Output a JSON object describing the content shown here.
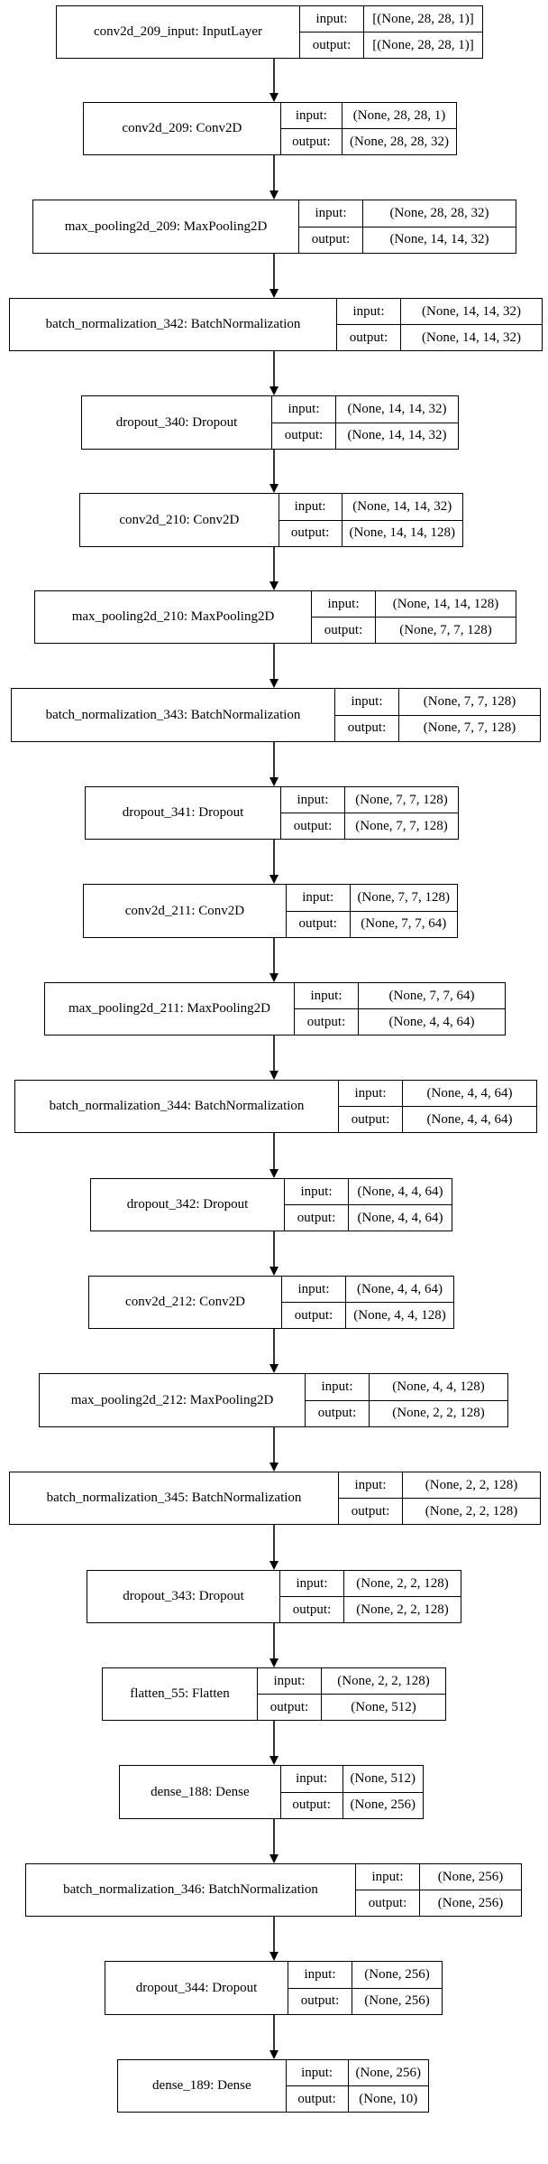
{
  "diagram": {
    "io_labels": {
      "input": "input:",
      "output": "output:"
    },
    "nodes": [
      {
        "name": "conv2d_209_input: InputLayer",
        "input": "[(None, 28, 28, 1)]",
        "output": "[(None, 28, 28, 1)]"
      },
      {
        "name": "conv2d_209: Conv2D",
        "input": "(None, 28, 28, 1)",
        "output": "(None, 28, 28, 32)"
      },
      {
        "name": "max_pooling2d_209: MaxPooling2D",
        "input": "(None, 28, 28, 32)",
        "output": "(None, 14, 14, 32)"
      },
      {
        "name": "batch_normalization_342: BatchNormalization",
        "input": "(None, 14, 14, 32)",
        "output": "(None, 14, 14, 32)"
      },
      {
        "name": "dropout_340: Dropout",
        "input": "(None, 14, 14, 32)",
        "output": "(None, 14, 14, 32)"
      },
      {
        "name": "conv2d_210: Conv2D",
        "input": "(None, 14, 14, 32)",
        "output": "(None, 14, 14, 128)"
      },
      {
        "name": "max_pooling2d_210: MaxPooling2D",
        "input": "(None, 14, 14, 128)",
        "output": "(None, 7, 7, 128)"
      },
      {
        "name": "batch_normalization_343: BatchNormalization",
        "input": "(None, 7, 7, 128)",
        "output": "(None, 7, 7, 128)"
      },
      {
        "name": "dropout_341: Dropout",
        "input": "(None, 7, 7, 128)",
        "output": "(None, 7, 7, 128)"
      },
      {
        "name": "conv2d_211: Conv2D",
        "input": "(None, 7, 7, 128)",
        "output": "(None, 7, 7, 64)"
      },
      {
        "name": "max_pooling2d_211: MaxPooling2D",
        "input": "(None, 7, 7, 64)",
        "output": "(None, 4, 4, 64)"
      },
      {
        "name": "batch_normalization_344: BatchNormalization",
        "input": "(None, 4, 4, 64)",
        "output": "(None, 4, 4, 64)"
      },
      {
        "name": "dropout_342: Dropout",
        "input": "(None, 4, 4, 64)",
        "output": "(None, 4, 4, 64)"
      },
      {
        "name": "conv2d_212: Conv2D",
        "input": "(None, 4, 4, 64)",
        "output": "(None, 4, 4, 128)"
      },
      {
        "name": "max_pooling2d_212: MaxPooling2D",
        "input": "(None, 4, 4, 128)",
        "output": "(None, 2, 2, 128)"
      },
      {
        "name": "batch_normalization_345: BatchNormalization",
        "input": "(None, 2, 2, 128)",
        "output": "(None, 2, 2, 128)"
      },
      {
        "name": "dropout_343: Dropout",
        "input": "(None, 2, 2, 128)",
        "output": "(None, 2, 2, 128)"
      },
      {
        "name": "flatten_55: Flatten",
        "input": "(None, 2, 2, 128)",
        "output": "(None, 512)"
      },
      {
        "name": "dense_188: Dense",
        "input": "(None, 512)",
        "output": "(None, 256)"
      },
      {
        "name": "batch_normalization_346: BatchNormalization",
        "input": "(None, 256)",
        "output": "(None, 256)"
      },
      {
        "name": "dropout_344: Dropout",
        "input": "(None, 256)",
        "output": "(None, 256)"
      },
      {
        "name": "dense_189: Dense",
        "input": "(None, 256)",
        "output": "(None, 10)"
      }
    ]
  }
}
